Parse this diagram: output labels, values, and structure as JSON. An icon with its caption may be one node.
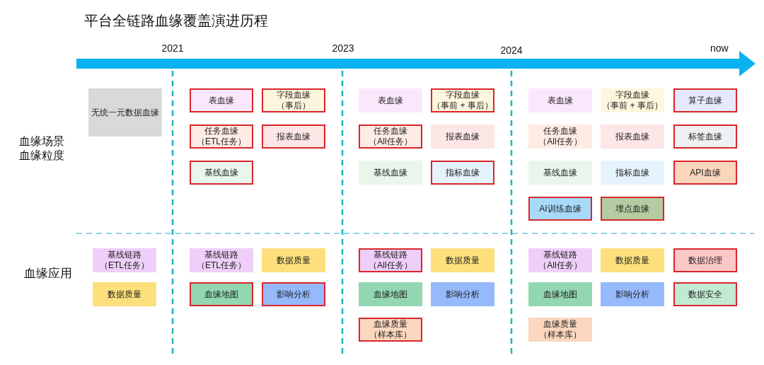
{
  "diagram": {
    "title": "平台全链路血缘覆盖演进历程",
    "nodes": [
      {
        "text": [
          "无统一元数据血缘"
        ]
      },
      {
        "text": [
          "表血缘"
        ]
      },
      {
        "text": [
          "字段血缘（事后）"
        ]
      },
      {
        "text": [
          "表血缘"
        ]
      },
      {
        "text": [
          "字段血缘（事前 + 事后）"
        ]
      },
      {
        "text": [
          "表血缘"
        ]
      },
      {
        "text": [
          "字段血缘（事前 + 事后）"
        ]
      },
      {
        "text": [
          "算子血缘"
        ]
      },
      {
        "text": [
          "任务血缘（ETL任务）"
        ]
      },
      {
        "text": [
          "报表血缘"
        ]
      },
      {
        "text": [
          "任务血缘（All任务）"
        ]
      },
      {
        "text": [
          "报表血缘"
        ]
      },
      {
        "text": [
          "任务血缘（All任务）"
        ]
      },
      {
        "text": [
          "报表血缘"
        ]
      },
      {
        "text": [
          "标签血缘"
        ]
      },
      {
        "text": [
          "基线血缘"
        ]
      },
      {
        "text": [
          "基线血缘"
        ]
      },
      {
        "text": [
          "指标血缘"
        ]
      },
      {
        "text": [
          "基线血缘"
        ]
      },
      {
        "text": [
          "指标血缘"
        ]
      },
      {
        "text": [
          "API血缘"
        ]
      },
      {
        "text": [
          "AI训练血缘"
        ]
      },
      {
        "text": [
          "埋点血缘"
        ]
      },
      {
        "text": [
          "基线链路（ETL任务）"
        ]
      },
      {
        "text": [
          "基线链路（ETL任务）"
        ]
      },
      {
        "text": [
          "数据质量"
        ]
      },
      {
        "text": [
          "基线链路（All任务）"
        ]
      },
      {
        "text": [
          "数据质量"
        ]
      },
      {
        "text": [
          "基线链路（All任务）"
        ]
      },
      {
        "text": [
          "数据质量"
        ]
      },
      {
        "text": [
          "数据治理"
        ]
      },
      {
        "text": [
          "数据质量"
        ]
      },
      {
        "text": [
          "血缘地图"
        ]
      },
      {
        "text": [
          "影响分析"
        ]
      },
      {
        "text": [
          "血缘地图"
        ]
      },
      {
        "text": [
          "影响分析"
        ]
      },
      {
        "text": [
          "血缘地图"
        ]
      },
      {
        "text": [
          "影响分析"
        ]
      },
      {
        "text": [
          "数据安全"
        ]
      },
      {
        "text": [
          "血缘质量（样本库）"
        ]
      },
      {
        "text": [
          "血缘质量（样本库）"
        ]
      }
    ],
    "labels": [
      "2021",
      "2023",
      "2024",
      "now",
      "血缘场景",
      "血缘粒度",
      "血缘应用"
    ]
  }
}
